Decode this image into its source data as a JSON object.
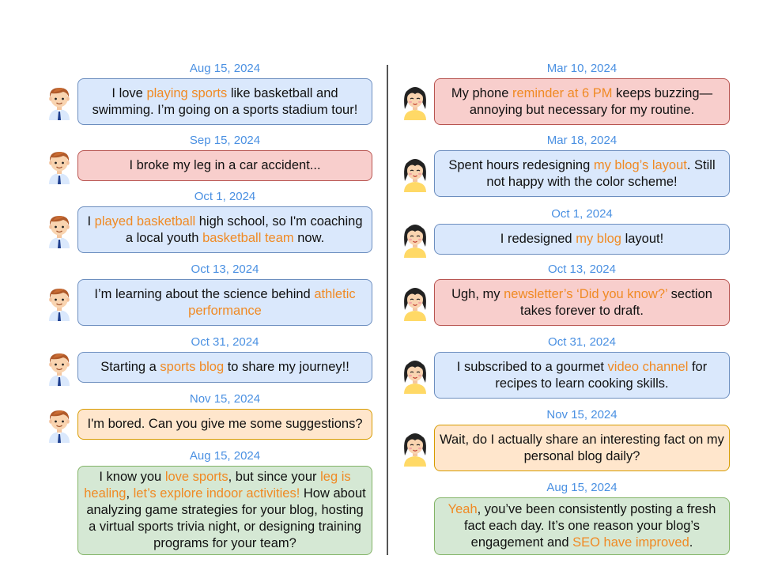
{
  "left_column": {
    "entries": [
      {
        "date": "Aug 15, 2024",
        "style": "blue",
        "avatar": "male-user-avatar",
        "segments": [
          {
            "t": "I love "
          },
          {
            "t": "playing sports",
            "hl": true
          },
          {
            "t": " like basketball and swimming. I’m going on a sports stadium tour!"
          }
        ]
      },
      {
        "date": "Sep 15, 2024",
        "style": "red",
        "avatar": "male-user-avatar",
        "segments": [
          {
            "t": "I broke my leg in a car accident..."
          }
        ]
      },
      {
        "date": "Oct 1, 2024",
        "style": "blue",
        "avatar": "male-user-avatar",
        "segments": [
          {
            "t": "I "
          },
          {
            "t": "played basketball",
            "hl": true
          },
          {
            "t": " high school, so I'm coaching a local youth "
          },
          {
            "t": "basketball team",
            "hl": true
          },
          {
            "t": " now."
          }
        ]
      },
      {
        "date": "Oct 13, 2024",
        "style": "blue",
        "avatar": "male-user-avatar",
        "segments": [
          {
            "t": "I’m learning about the science behind "
          },
          {
            "t": "athletic performance",
            "hl": true
          }
        ]
      },
      {
        "date": "Oct 31, 2024",
        "style": "blue",
        "avatar": "male-user-avatar",
        "segments": [
          {
            "t": "Starting a "
          },
          {
            "t": "sports blog",
            "hl": true
          },
          {
            "t": " to share my journey!!"
          }
        ]
      },
      {
        "date": "Nov 15, 2024",
        "style": "orange",
        "avatar": "male-user-avatar",
        "segments": [
          {
            "t": "I'm bored. Can you give me some suggestions?"
          }
        ]
      },
      {
        "date": "Aug 15, 2024",
        "style": "green",
        "avatar": "",
        "segments": [
          {
            "t": "I know you "
          },
          {
            "t": "love sports",
            "hl": true
          },
          {
            "t": ", but since your "
          },
          {
            "t": "leg is healing",
            "hl": true
          },
          {
            "t": ", "
          },
          {
            "t": "let’s explore indoor activities!",
            "hl": true
          },
          {
            "t": " How about analyzing game strategies for your blog, hosting a virtual sports trivia night, or designing training programs for your team?"
          }
        ]
      }
    ]
  },
  "right_column": {
    "entries": [
      {
        "date": "Mar 10, 2024",
        "style": "red",
        "avatar": "female-user-avatar",
        "segments": [
          {
            "t": "My phone "
          },
          {
            "t": "reminder at 6 PM",
            "hl": true
          },
          {
            "t": " keeps buzzing—annoying but necessary for my routine."
          }
        ]
      },
      {
        "date": "Mar 18, 2024",
        "style": "blue",
        "avatar": "female-user-avatar",
        "segments": [
          {
            "t": "Spent hours redesigning "
          },
          {
            "t": "my blog’s layout",
            "hl": true
          },
          {
            "t": ". Still not happy with the color scheme!"
          }
        ]
      },
      {
        "date": "Oct 1, 2024",
        "style": "blue",
        "avatar": "female-user-avatar",
        "segments": [
          {
            "t": "I redesigned "
          },
          {
            "t": "my blog",
            "hl": true
          },
          {
            "t": " layout!"
          }
        ]
      },
      {
        "date": "Oct 13, 2024",
        "style": "red",
        "avatar": "female-user-avatar",
        "segments": [
          {
            "t": "Ugh, my "
          },
          {
            "t": "newsletter’s ‘Did you know?’",
            "hl": true
          },
          {
            "t": " section takes forever to draft."
          }
        ]
      },
      {
        "date": "Oct 31, 2024",
        "style": "blue",
        "avatar": "female-user-avatar",
        "segments": [
          {
            "t": "I subscribed to a gourmet "
          },
          {
            "t": "video channel",
            "hl": true
          },
          {
            "t": " for recipes to learn cooking skills."
          }
        ]
      },
      {
        "date": "Nov 15, 2024",
        "style": "orange",
        "avatar": "female-user-avatar",
        "segments": [
          {
            "t": "Wait, do I actually share an interesting fact on my personal blog daily?"
          }
        ]
      },
      {
        "date": "Aug 15, 2024",
        "style": "green",
        "avatar": "",
        "segments": [
          {
            "t": "Yeah",
            "hl": true
          },
          {
            "t": ", you’ve been consistently posting a fresh fact each day. It’s one reason your blog’s engagement and "
          },
          {
            "t": "SEO have improved",
            "hl": true
          },
          {
            "t": "."
          }
        ]
      }
    ]
  },
  "colors": {
    "date": "#4a90e2",
    "highlight": "#f08a24",
    "blue": "#dae8fc",
    "red": "#f8cecc",
    "orange": "#ffe6cc",
    "green": "#d5e8d4"
  }
}
